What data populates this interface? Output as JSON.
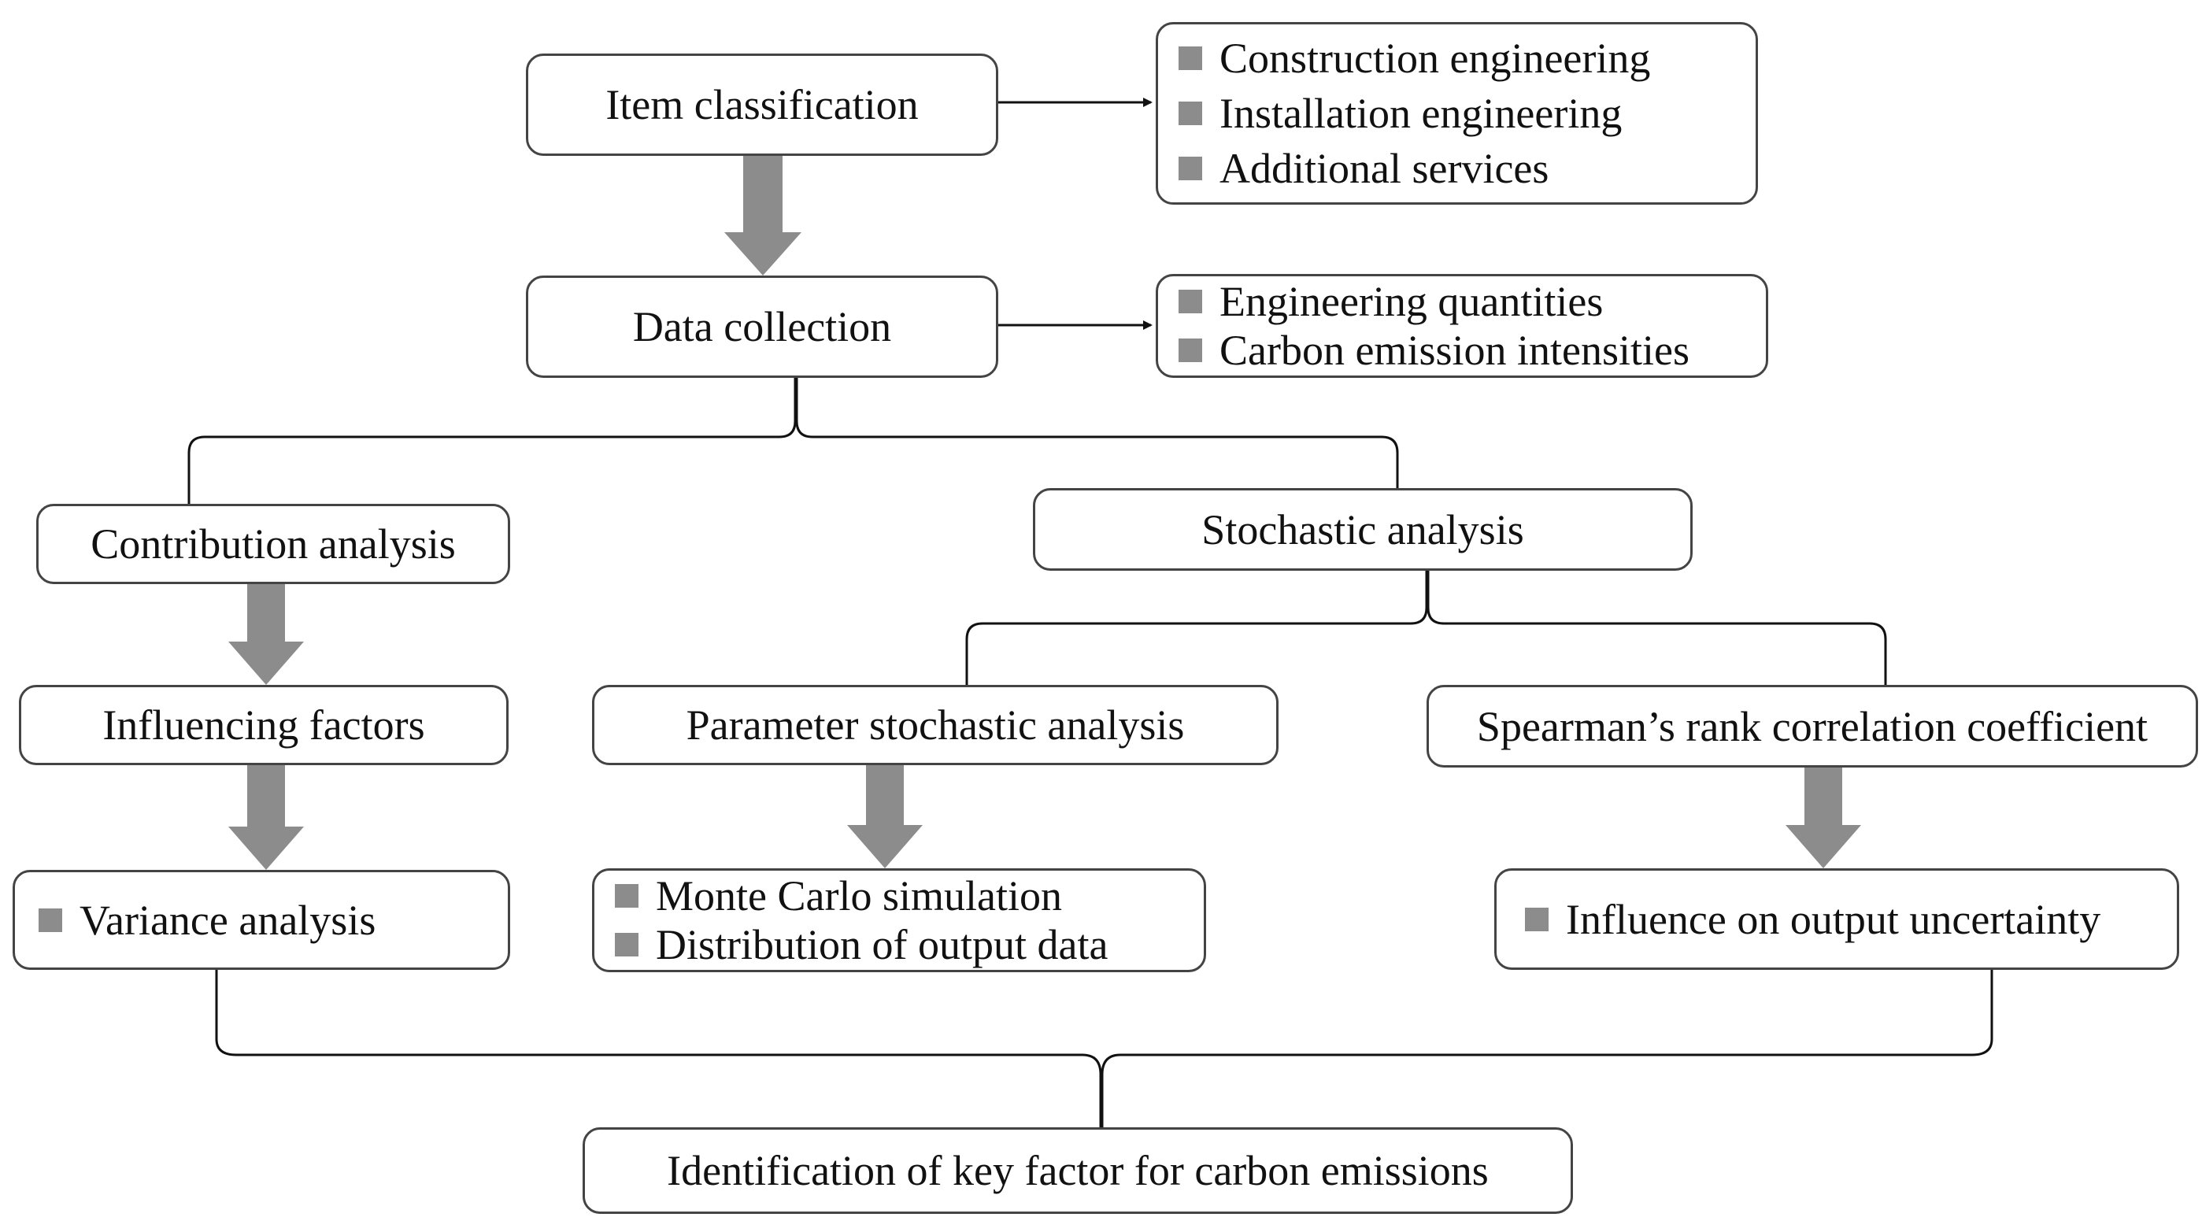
{
  "nodes": {
    "item_classification": "Item classification",
    "item_categories": [
      "Construction engineering",
      "Installation engineering",
      "Additional services"
    ],
    "data_collection": "Data collection",
    "data_items": [
      "Engineering quantities",
      "Carbon emission intensities"
    ],
    "contribution_analysis": "Contribution analysis",
    "stochastic_analysis": "Stochastic analysis",
    "influencing_factors": "Influencing factors",
    "parameter_stochastic_analysis": "Parameter stochastic analysis",
    "spearman": "Spearman’s rank correlation coefficient",
    "variance_analysis": "Variance analysis",
    "simulation_items": [
      "Monte Carlo simulation",
      "Distribution of output data"
    ],
    "output_uncertainty": "Influence on output uncertainty",
    "key_factor": "Identification of key factor for carbon emissions"
  },
  "colors": {
    "box_border": "#444444",
    "arrow_fill": "#8c8c8c",
    "bullet": "#8c8c8c",
    "line": "#111111"
  }
}
